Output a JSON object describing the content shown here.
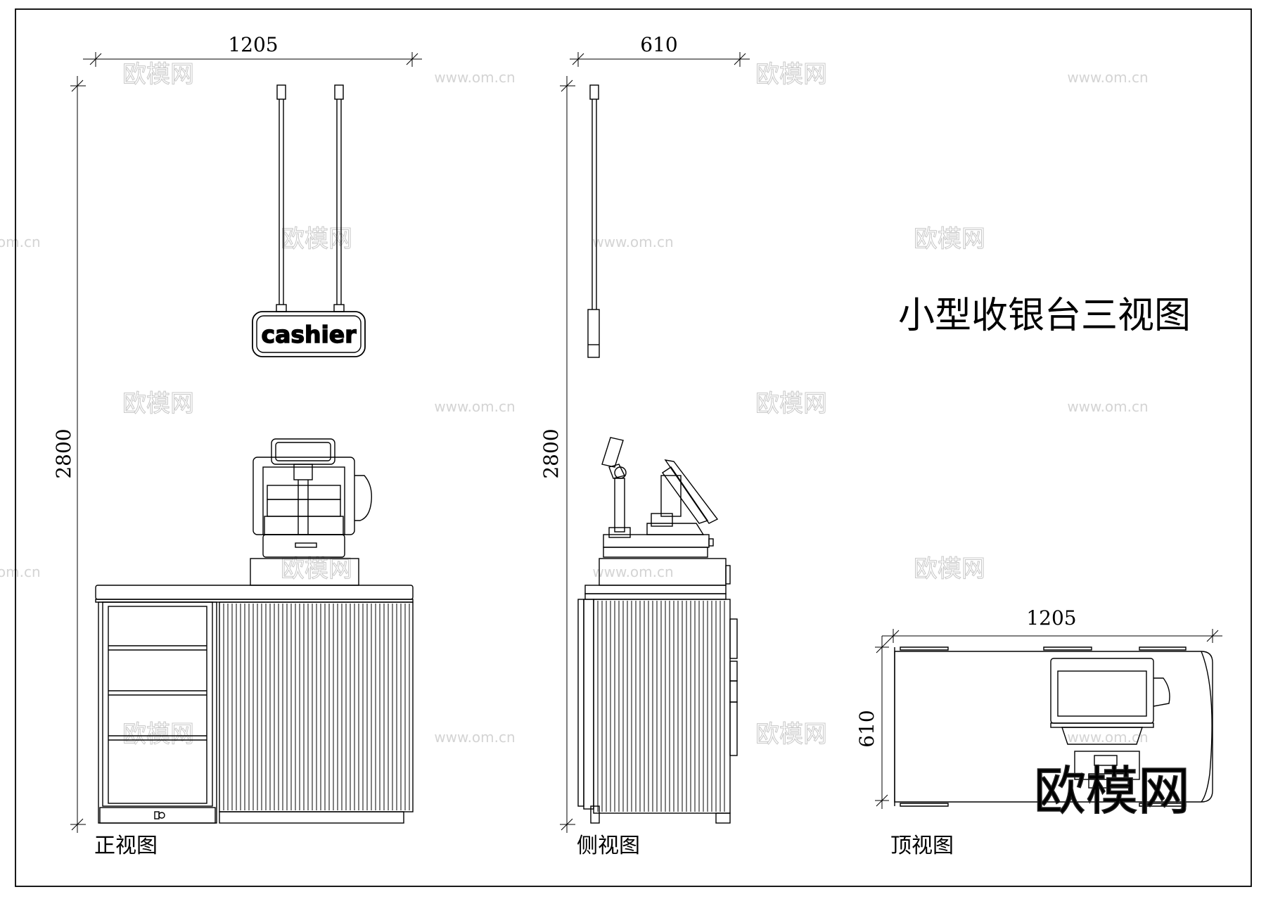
{
  "title": "小型收银台三视图",
  "views": {
    "front": {
      "label": "正视图",
      "width": "1205",
      "height": "2800"
    },
    "side": {
      "label": "侧视图",
      "width": "610",
      "height": "2800"
    },
    "top": {
      "label": "顶视图",
      "width": "1205",
      "depth": "610"
    }
  },
  "sign_text": "cashier",
  "watermark": {
    "text": "欧模网",
    "url": "www.om.cn"
  }
}
